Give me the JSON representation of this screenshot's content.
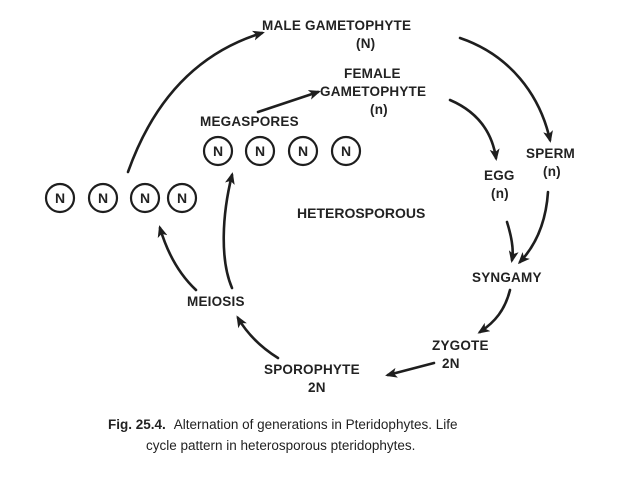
{
  "diagram": {
    "title": "HETEROSPOROUS",
    "labels": {
      "male_gametophyte": "MALE GAMETOPHYTE",
      "male_gametophyte_ploidy": "(N)",
      "female_gametophyte_line1": "FEMALE",
      "female_gametophyte_line2": "GAMETOPHYTE",
      "female_gametophyte_ploidy": "(n)",
      "megaspores": "MEGASPORES",
      "sperm": "SPERM",
      "sperm_ploidy": "(n)",
      "egg": "EGG",
      "egg_ploidy": "(n)",
      "syngamy": "SYNGAMY",
      "zygote": "ZYGOTE",
      "zygote_ploidy": "2N",
      "sporophyte": "SPOROPHYTE",
      "sporophyte_ploidy": "2N",
      "meiosis": "MEIOSIS"
    },
    "microspores": [
      "N",
      "N",
      "N",
      "N"
    ],
    "megaspore_circles": [
      "N",
      "N",
      "N",
      "N"
    ]
  },
  "caption": {
    "label": "Fig. 25.4.",
    "line1": "Alternation of generations in Pteridophytes. Life",
    "line2": "cycle pattern in heterosporous pteridophytes."
  }
}
